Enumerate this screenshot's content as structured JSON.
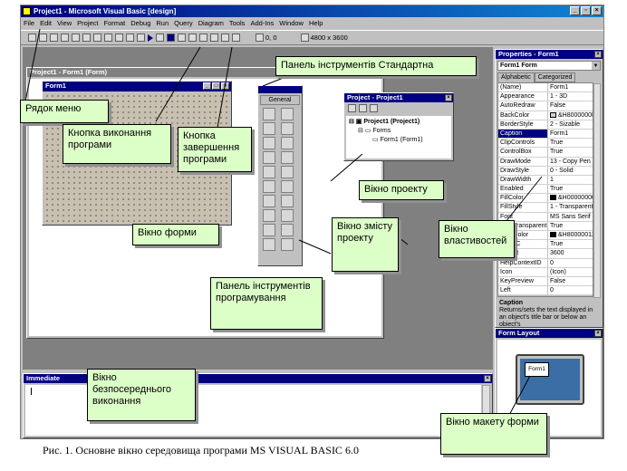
{
  "window": {
    "title": "Project1 - Microsoft Visual Basic [design]"
  },
  "menu": [
    "File",
    "Edit",
    "View",
    "Project",
    "Format",
    "Debug",
    "Run",
    "Query",
    "Diagram",
    "Tools",
    "Add-Ins",
    "Window",
    "Help"
  ],
  "toolbar": {
    "pos": "0, 0",
    "size": "4800 x 3600"
  },
  "form_window": {
    "title": "Project1 - Form1 (Form)",
    "form_title": "Form1"
  },
  "toolbox": {
    "title": "General"
  },
  "project": {
    "title": "Project - Project1",
    "root": "Project1 (Project1)",
    "folder": "Forms",
    "item": "Form1 (Form1)"
  },
  "properties": {
    "title": "Properties - Form1",
    "object": "Form1 Form",
    "tabs": [
      "Alphabetic",
      "Categorized"
    ],
    "rows": [
      {
        "k": "(Name)",
        "v": "Form1"
      },
      {
        "k": "Appearance",
        "v": "1 - 3D"
      },
      {
        "k": "AutoRedraw",
        "v": "False"
      },
      {
        "k": "BackColor",
        "v": "&H8000000F"
      },
      {
        "k": "BorderStyle",
        "v": "2 - Sizable"
      },
      {
        "k": "Caption",
        "v": "Form1"
      },
      {
        "k": "ClipControls",
        "v": "True"
      },
      {
        "k": "ControlBox",
        "v": "True"
      },
      {
        "k": "DrawMode",
        "v": "13 - Copy Pen"
      },
      {
        "k": "DrawStyle",
        "v": "0 - Solid"
      },
      {
        "k": "DrawWidth",
        "v": "1"
      },
      {
        "k": "Enabled",
        "v": "True"
      },
      {
        "k": "FillColor",
        "v": "&H00000000"
      },
      {
        "k": "FillStyle",
        "v": "1 - Transparent"
      },
      {
        "k": "Font",
        "v": "MS Sans Serif"
      },
      {
        "k": "FontTransparent",
        "v": "True"
      },
      {
        "k": "ForeColor",
        "v": "&H80000012"
      },
      {
        "k": "HasDC",
        "v": "True"
      },
      {
        "k": "Height",
        "v": "3600"
      },
      {
        "k": "HelpContextID",
        "v": "0"
      },
      {
        "k": "Icon",
        "v": "(Icon)"
      },
      {
        "k": "KeyPreview",
        "v": "False"
      },
      {
        "k": "Left",
        "v": "0"
      }
    ],
    "desc_title": "Caption",
    "desc_text": "Returns/sets the text displayed in an object's title bar or below an object's"
  },
  "form_layout": {
    "title": "Form Layout",
    "mini_form": "Form1"
  },
  "immediate": {
    "title": "Immediate"
  },
  "notes": {
    "menu_row": "Рядок меню",
    "toolbar_std": "Панель інструментів Стандартна",
    "run_btn": "Кнопка виконання програми",
    "stop_btn": "Кнопка завершення програми",
    "form_win": "Вікно форми",
    "project_win": "Вікно проекту",
    "project_content": "Вікно змісту проекту",
    "props_win": "Вікно властивостей",
    "prog_toolbox": "Панель інструментів програмування",
    "immediate_win": "Вікно безпосереднього виконання",
    "layout_win": "Вікно макету форми"
  },
  "caption": "Рис. 1. Основне вікно середовища програми MS VISUAL BASIC 6.0"
}
